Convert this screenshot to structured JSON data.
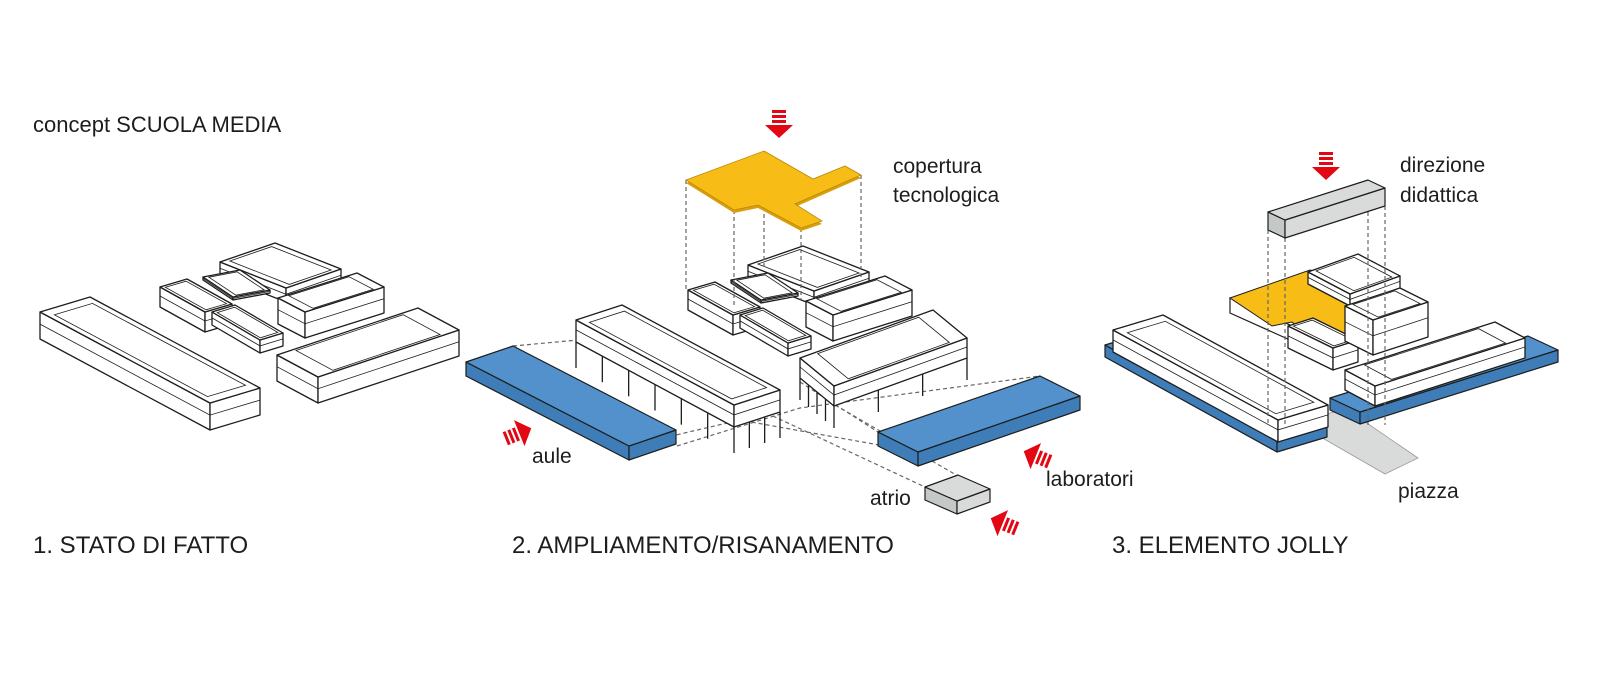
{
  "title": "concept SCUOLA MEDIA",
  "panels": [
    {
      "title": "1. STATO DI FATTO"
    },
    {
      "title": "2. AMPLIAMENTO/RISANAMENTO",
      "labels": {
        "roof_line1": "copertura",
        "roof_line2": "tecnologica",
        "aule": "aule",
        "laboratori": "laboratori",
        "atrio": "atrio"
      }
    },
    {
      "title": "3. ELEMENTO JOLLY",
      "labels": {
        "direzione_line1": "direzione",
        "direzione_line2": "didattica",
        "piazza": "piazza"
      }
    }
  ],
  "colors": {
    "yellow": "#F8BC16",
    "blue": "#5291CB",
    "blue_dark": "#3F7DB8",
    "gray": "#D8DBDA",
    "gray_dark": "#C4C8C7",
    "red": "#E30613",
    "line": "#1d1d1b"
  }
}
